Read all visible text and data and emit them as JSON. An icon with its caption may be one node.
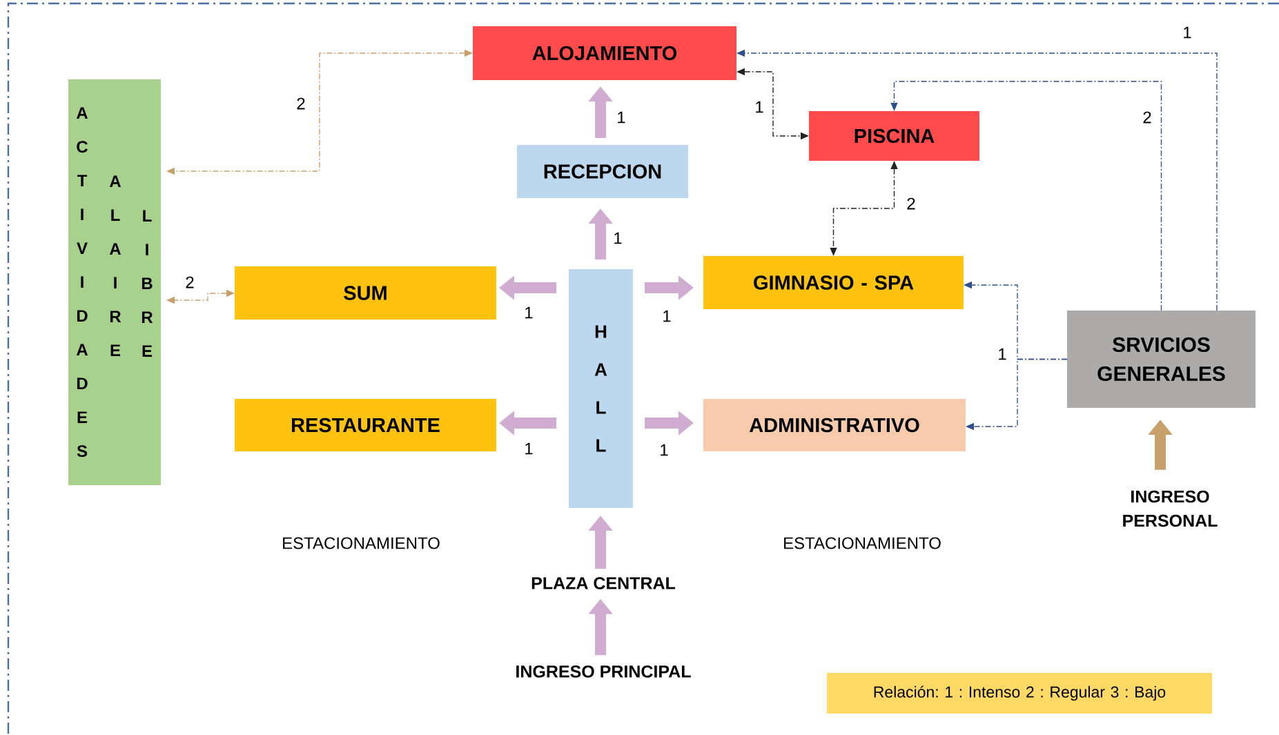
{
  "diagram": {
    "nodes": [
      {
        "text": [
          "ALOJAMIENTO"
        ]
      },
      {
        "text": [
          "PISCINA"
        ]
      },
      {
        "text": [
          "RECEPCION"
        ]
      },
      {
        "text": [
          "ACTIVIDADES",
          "AL AIRE",
          "LIBRE"
        ]
      },
      {
        "text": [
          "SUM"
        ]
      },
      {
        "text": [
          "HALL"
        ]
      },
      {
        "text": [
          "GIMNASIO - SPA"
        ]
      },
      {
        "text": [
          "RESTAURANTE"
        ]
      },
      {
        "text": [
          "ADMINISTRATIVO"
        ]
      },
      {
        "text": [
          "SRVICIOS GENERALES"
        ]
      },
      {
        "text": [
          "PLAZA CENTRAL"
        ]
      },
      {
        "text": [
          "INGRESO PRINCIPAL"
        ]
      },
      {
        "text": [
          "INGRESO PERSONAL"
        ]
      },
      {
        "text": [
          "Relación: 1 : Intenso  2 : Regular 3 : Bajo"
        ]
      }
    ],
    "edges": [
      {
        "from": 0,
        "to": 3,
        "arrow": "both",
        "label": "2",
        "style": "dashed",
        "color": "#c8a06a"
      },
      {
        "from": 4,
        "to": 3,
        "arrow": "both",
        "label": "2",
        "style": "dashed",
        "color": "#c8a06a"
      },
      {
        "from": 0,
        "to": 1,
        "arrow": "both",
        "label": "1",
        "style": "dashed",
        "color": "#222222"
      },
      {
        "from": 1,
        "to": 6,
        "arrow": "both",
        "label": "2",
        "style": "dashed",
        "color": "#222222"
      },
      {
        "from": 9,
        "to": 0,
        "arrow": "to",
        "label": "1",
        "style": "dashed",
        "color": "#2f4f8f"
      },
      {
        "from": 9,
        "to": 1,
        "arrow": "to",
        "label": "2",
        "style": "dashed",
        "color": "#2f4f8f"
      },
      {
        "from": 9,
        "to": 6,
        "arrow": "to",
        "label": "1",
        "style": "dashed",
        "color": "#2f4f8f"
      },
      {
        "from": 9,
        "to": 8,
        "arrow": "to",
        "style": "dashed",
        "color": "#2f4f8f"
      },
      {
        "from": 5,
        "to": 2,
        "arrow": "to",
        "label": "1"
      },
      {
        "from": 2,
        "to": 0,
        "arrow": "to",
        "label": "1"
      },
      {
        "from": 5,
        "to": 4,
        "arrow": "to",
        "label": "1"
      },
      {
        "from": 5,
        "to": 6,
        "arrow": "to",
        "label": "1"
      },
      {
        "from": 5,
        "to": 7,
        "arrow": "to",
        "label": "1"
      },
      {
        "from": 5,
        "to": 8,
        "arrow": "to",
        "label": "1"
      },
      {
        "from": 10,
        "to": 5,
        "arrow": "to"
      },
      {
        "from": 11,
        "to": 10,
        "arrow": "to"
      },
      {
        "from": 12,
        "to": 9,
        "arrow": "to",
        "color": "#c8a06a"
      }
    ],
    "labels": [
      "ESTACIONAMIENTO",
      "ESTACIONAMIENTO"
    ]
  }
}
